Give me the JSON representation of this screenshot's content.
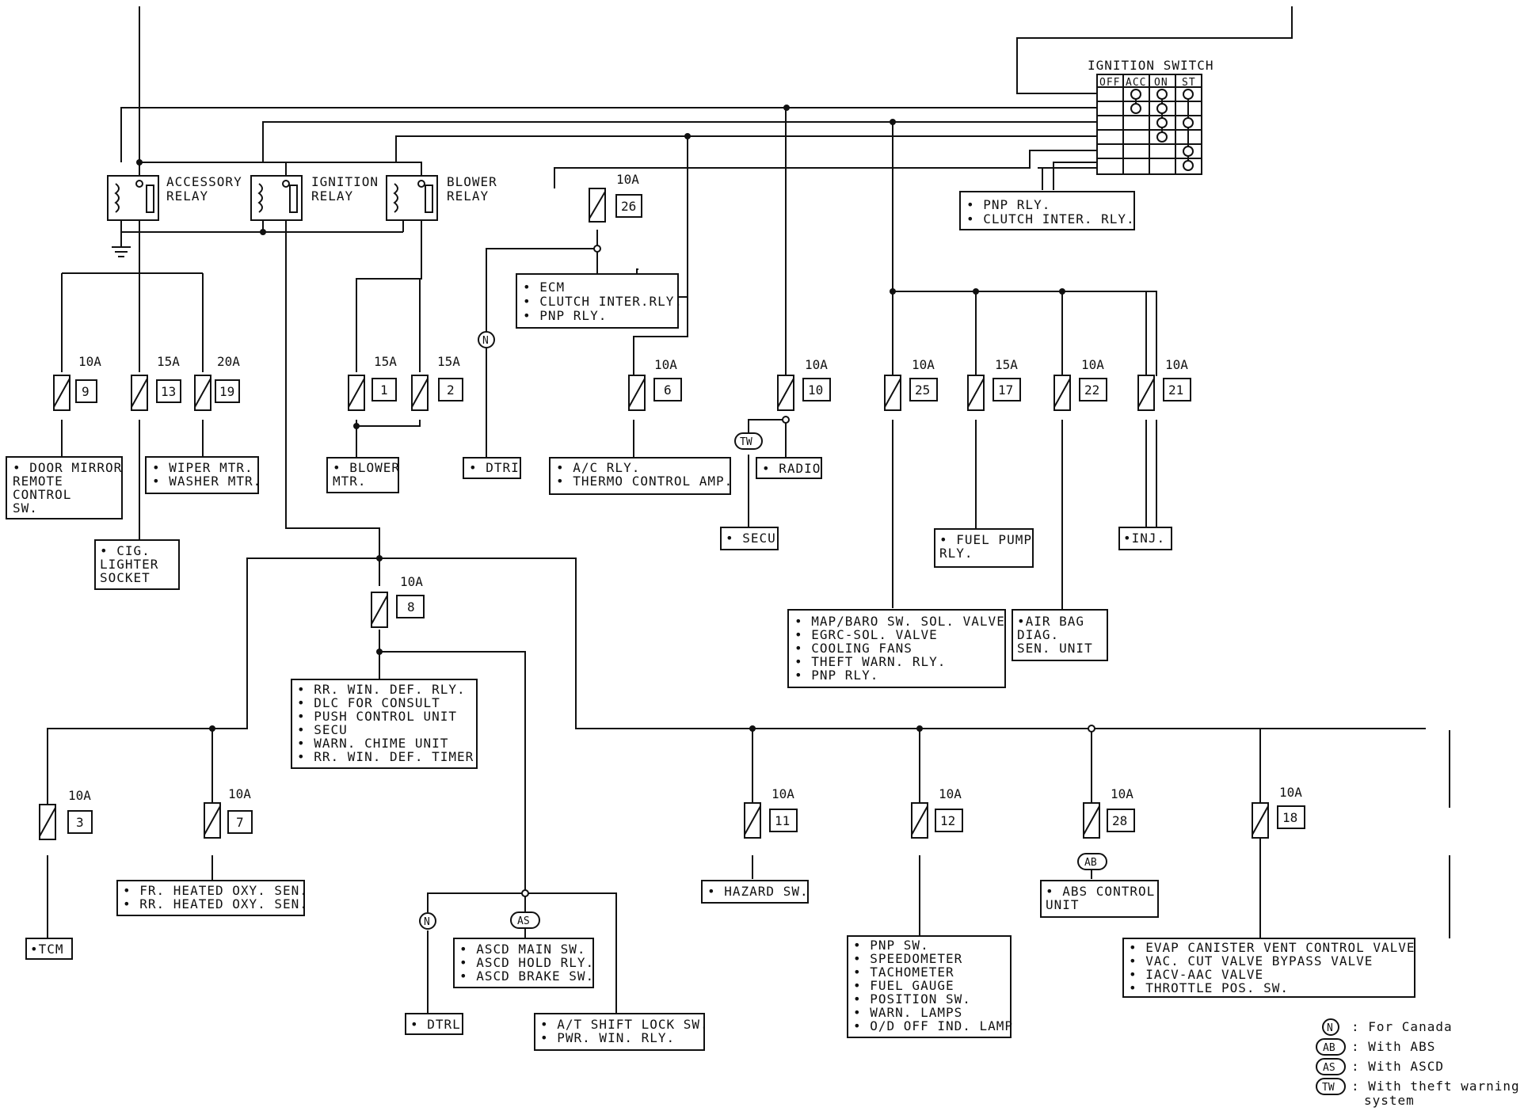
{
  "ignition_switch": {
    "title": "IGNITION SWITCH",
    "positions": [
      "OFF",
      "ACC",
      "ON",
      "ST"
    ]
  },
  "relays": {
    "accessory": [
      "ACCESSORY",
      "RELAY"
    ],
    "ignition": [
      "IGNITION",
      "RELAY"
    ],
    "blower": [
      "BLOWER",
      "RELAY"
    ]
  },
  "fuses": {
    "f9": {
      "num": "9",
      "amp": "10A"
    },
    "f13": {
      "num": "13",
      "amp": "15A"
    },
    "f19": {
      "num": "19",
      "amp": "20A"
    },
    "f1": {
      "num": "1",
      "amp": "15A"
    },
    "f2": {
      "num": "2",
      "amp": "15A"
    },
    "f26": {
      "num": "26",
      "amp": "10A"
    },
    "f6": {
      "num": "6",
      "amp": "10A"
    },
    "f10": {
      "num": "10",
      "amp": "10A"
    },
    "f25": {
      "num": "25",
      "amp": "10A"
    },
    "f17": {
      "num": "17",
      "amp": "15A"
    },
    "f22": {
      "num": "22",
      "amp": "10A"
    },
    "f21": {
      "num": "21",
      "amp": "10A"
    },
    "f8": {
      "num": "8",
      "amp": "10A"
    },
    "f3": {
      "num": "3",
      "amp": "10A"
    },
    "f7": {
      "num": "7",
      "amp": "10A"
    },
    "f11": {
      "num": "11",
      "amp": "10A"
    },
    "f12": {
      "num": "12",
      "amp": "10A"
    },
    "f28": {
      "num": "28",
      "amp": "10A"
    },
    "f18": {
      "num": "18",
      "amp": "10A"
    }
  },
  "boxes": {
    "pnp_top": [
      "• PNP RLY.",
      "• CLUTCH INTER. RLY."
    ],
    "ecm": [
      "• ECM",
      "• CLUTCH INTER.RLY.",
      "• PNP RLY."
    ],
    "door_mirror": [
      "• DOOR MIRROR",
      "  REMOTE",
      "  CONTROL",
      "  SW."
    ],
    "wiper": [
      "• WIPER MTR.",
      "• WASHER MTR."
    ],
    "blower_mtr": [
      "• BLOWER",
      "  MTR."
    ],
    "dtri": [
      "• DTRI"
    ],
    "ac": [
      "• A/C RLY.",
      "• THERMO CONTROL AMP."
    ],
    "radio": [
      "• RADIO"
    ],
    "secu": [
      "• SECU"
    ],
    "fuel_pump": [
      "• FUEL PUMP",
      "  RLY."
    ],
    "inj": [
      "•INJ."
    ],
    "cig": [
      "• CIG.",
      "  LIGHTER",
      "  SOCKET"
    ],
    "map": [
      "• MAP/BARO SW. SOL. VALVE",
      "• EGRC-SOL. VALVE",
      "• COOLING FANS",
      "• THEFT WARN. RLY.",
      "• PNP RLY."
    ],
    "air_bag": [
      "•AIR BAG",
      "  DIAG.",
      "  SEN. UNIT"
    ],
    "rr_win": [
      "• RR. WIN. DEF. RLY.",
      "• DLC FOR CONSULT",
      "• PUSH CONTROL UNIT",
      "• SECU",
      "• WARN. CHIME UNIT",
      "• RR. WIN. DEF. TIMER"
    ],
    "oxy": [
      "• FR. HEATED OXY. SEN.",
      "• RR. HEATED OXY. SEN."
    ],
    "tcm": [
      "•TCM"
    ],
    "ascd": [
      "• ASCD MAIN SW.",
      "• ASCD HOLD RLY.",
      "• ASCD BRAKE SW."
    ],
    "dtrl": [
      "• DTRL"
    ],
    "at_shift": [
      "• A/T SHIFT LOCK SW.",
      "• PWR. WIN. RLY."
    ],
    "hazard": [
      "• HAZARD SW."
    ],
    "abs": [
      "• ABS CONTROL",
      "  UNIT"
    ],
    "pnp_sw": [
      "• PNP SW.",
      "• SPEEDOMETER",
      "• TACHOMETER",
      "• FUEL GAUGE",
      "• POSITION SW.",
      "• WARN. LAMPS",
      "• O/D OFF IND. LAMP"
    ],
    "evap": [
      "• EVAP CANISTER VENT CONTROL VALVE",
      "• VAC. CUT VALVE BYPASS VALVE",
      "• IACV-AAC VALVE",
      "• THROTTLE POS. SW."
    ]
  },
  "option_tags": {
    "canada": "N",
    "abs": "AB",
    "ascd": "AS",
    "theft": "TW"
  },
  "legend": [
    {
      "tag": "N",
      "text": ": For Canada"
    },
    {
      "tag": "AB",
      "text": ": With ABS"
    },
    {
      "tag": "AS",
      "text": ": With ASCD"
    },
    {
      "tag": "TW",
      "text": ": With theft warning",
      "text2": "system"
    }
  ]
}
